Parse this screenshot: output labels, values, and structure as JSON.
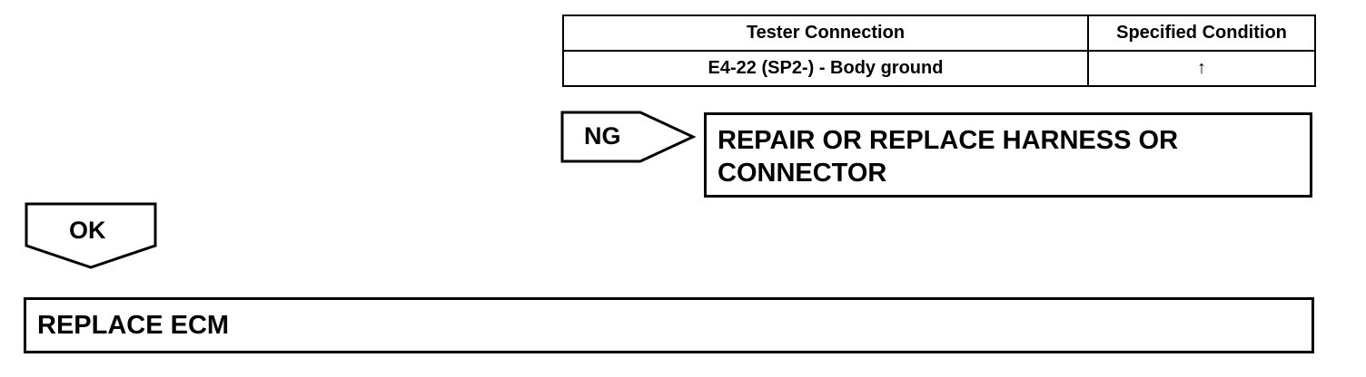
{
  "spec_table": {
    "headers": [
      "Tester Connection",
      "Specified Condition"
    ],
    "rows": [
      [
        "E4-22 (SP2-) - Body ground",
        "↑"
      ]
    ]
  },
  "ng_branch": {
    "label": "NG",
    "action_line1": "REPAIR OR REPLACE HARNESS OR",
    "action_line2": "CONNECTOR"
  },
  "ok_branch": {
    "label": "OK",
    "action": "REPLACE ECM"
  }
}
